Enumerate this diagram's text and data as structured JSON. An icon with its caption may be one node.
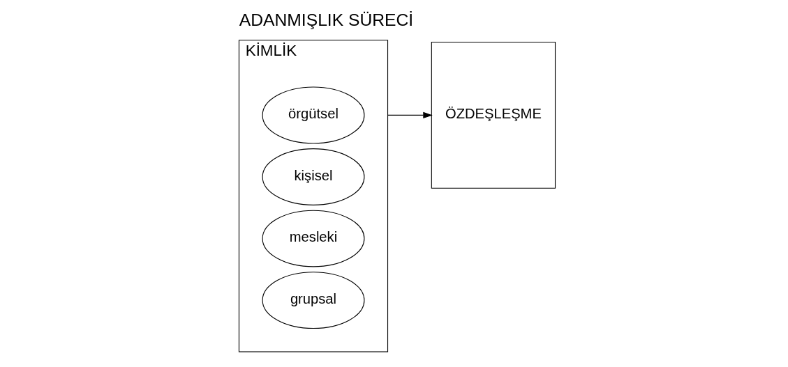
{
  "diagram": {
    "title": "ADANMIŞLIK SÜRECİ",
    "nodes": [
      {
        "text": [
          "KİMLİK"
        ]
      },
      {
        "text": [
          "örgütsel"
        ],
        "in": 0
      },
      {
        "text": [
          "kişisel"
        ],
        "in": 0
      },
      {
        "text": [
          "mesleki"
        ],
        "in": 0
      },
      {
        "text": [
          "grupsal"
        ],
        "in": 0
      },
      {
        "text": [
          "ÖZDEŞLEŞME"
        ]
      }
    ],
    "edges": [
      {
        "from": 0,
        "to": 5,
        "arrow": "to"
      }
    ]
  }
}
